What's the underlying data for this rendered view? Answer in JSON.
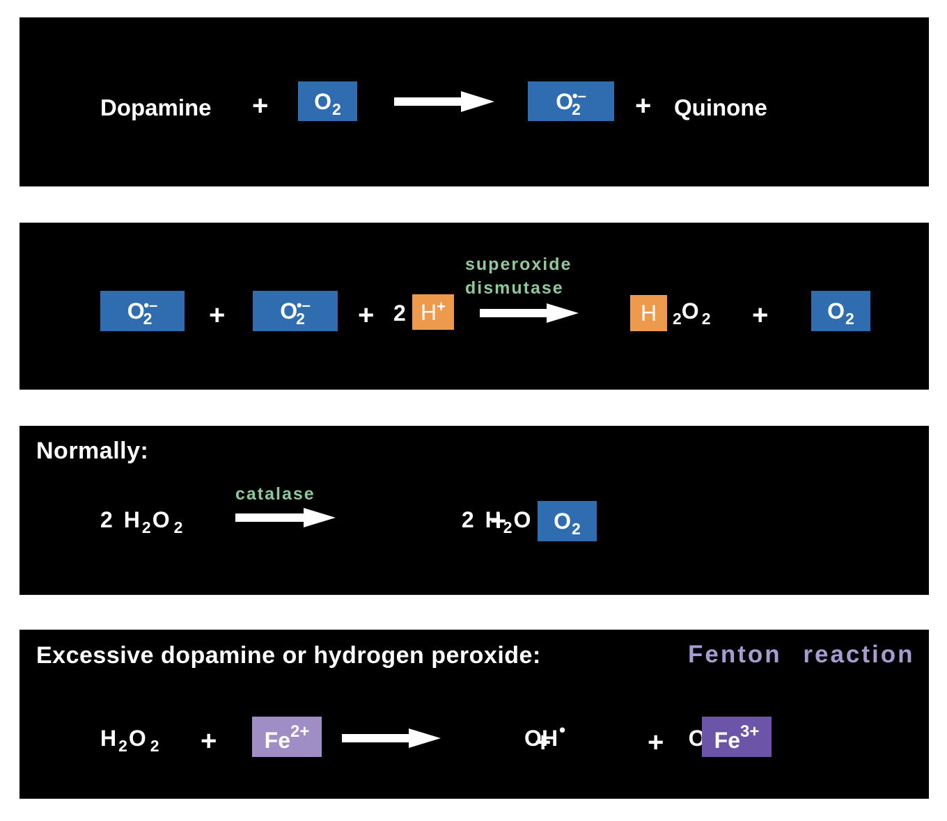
{
  "colors": {
    "panel": "#000000",
    "oxygen_box": "#2f6db0",
    "hydrogen_box": "#ee9a4d",
    "iron2_box": "#9f8ec6",
    "iron3_box": "#6c55a8",
    "enzyme_text": "#8fc89a",
    "fenton_text": "#a89bd1"
  },
  "reaction1": {
    "reactant1": "Dopamine",
    "plus1": "+",
    "reactant2": {
      "base": "O",
      "sub": "2"
    },
    "product1": {
      "base": "O",
      "sub": "2",
      "sup": "•–"
    },
    "plus2": "+",
    "product2": "Quinone"
  },
  "reaction2": {
    "reactant1": {
      "base": "O",
      "sub": "2",
      "sup": "•–"
    },
    "plus1": "+",
    "reactant2": {
      "base": "O",
      "sub": "2",
      "sup": "•–"
    },
    "plus2": "+",
    "coef": "2",
    "reactant3": {
      "base": "H",
      "sup": "+"
    },
    "enzyme_line1": "superoxide",
    "enzyme_line2": "dismutase",
    "product1": {
      "h": "H",
      "sub": "2",
      "o": "O",
      "sub2": "2"
    },
    "plus3": "+",
    "product2": {
      "base": "O",
      "sub": "2"
    }
  },
  "reaction3": {
    "heading": "Normally:",
    "reactant": {
      "coef": "2",
      "h": "H",
      "sub": "2",
      "o": "O",
      "sub2": "2"
    },
    "enzyme": "catalase",
    "product1": {
      "coef": "2",
      "h": "H",
      "sub": "2",
      "o": "O"
    },
    "plus": "+",
    "product2": {
      "base": "O",
      "sub": "2"
    }
  },
  "reaction4": {
    "heading": "Excessive dopamine or hydrogen peroxide:",
    "label": "Fenton reaction",
    "reactant1": {
      "h": "H",
      "sub": "2",
      "o": "O",
      "sub2": "2"
    },
    "plus1": "+",
    "reactant2": {
      "base": "Fe",
      "sup": "2+"
    },
    "product1": {
      "base": "OH",
      "sup": "•"
    },
    "plus2": "+",
    "product2": {
      "base": "OH",
      "sup": "–"
    },
    "plus3": "+",
    "product3": {
      "base": "Fe",
      "sup": "3+"
    }
  }
}
